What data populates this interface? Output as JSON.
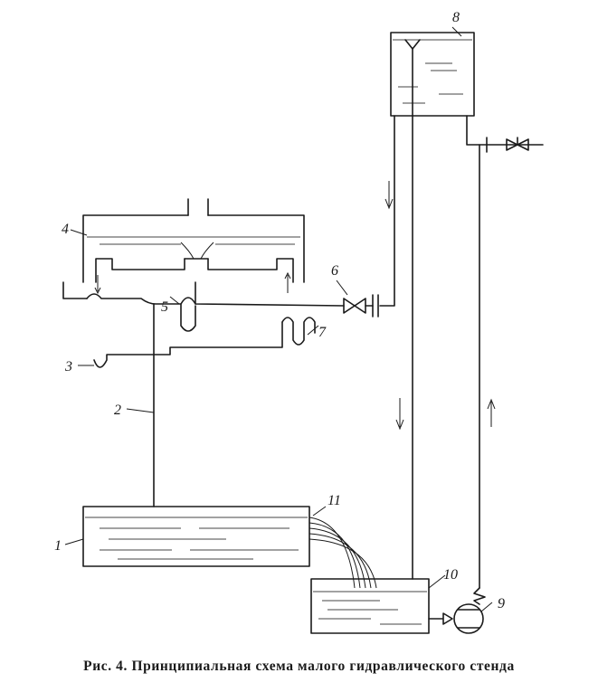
{
  "caption": "Рис. 4. Принципиальная схема малого гидравлического стенда",
  "labels": {
    "l1": "1",
    "l2": "2",
    "l3": "3",
    "l4": "4",
    "l5": "5",
    "l6": "6",
    "l7": "7",
    "l8": "8",
    "l9": "9",
    "l10": "10",
    "l11": "11"
  }
}
